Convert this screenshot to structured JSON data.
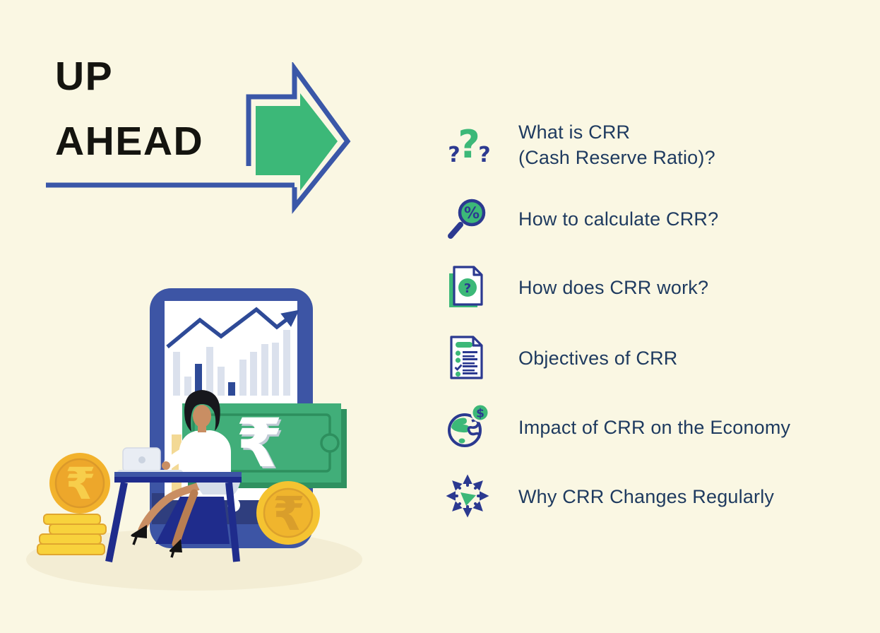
{
  "page": {
    "background_color": "#FAF7E3"
  },
  "title": {
    "line1": "UP",
    "line2": "AHEAD"
  },
  "topics": [
    {
      "icon": "question-marks-icon",
      "label": "What is CRR\n(Cash Reserve Ratio)?"
    },
    {
      "icon": "magnifier-percent-icon",
      "label": "How to calculate CRR?"
    },
    {
      "icon": "document-question-icon",
      "label": "How does CRR work?"
    },
    {
      "icon": "checklist-icon",
      "label": "Objectives of CRR"
    },
    {
      "icon": "globe-dollar-icon",
      "label": "Impact of CRR on the Economy"
    },
    {
      "icon": "arrows-out-icon",
      "label": "Why CRR Changes Regularly"
    }
  ],
  "illustration": {
    "rupee_symbol": "₹",
    "percent_symbol": "%",
    "dollar_symbol": "$",
    "question_mark": "?"
  },
  "colors": {
    "background": "#FAF7E3",
    "green": "#3CB878",
    "navy": "#2B3990",
    "text_navy": "#1E3A5F",
    "arrow_blue": "#3A57A8",
    "gold": "#F2B22C",
    "note_green": "#41AE79"
  }
}
